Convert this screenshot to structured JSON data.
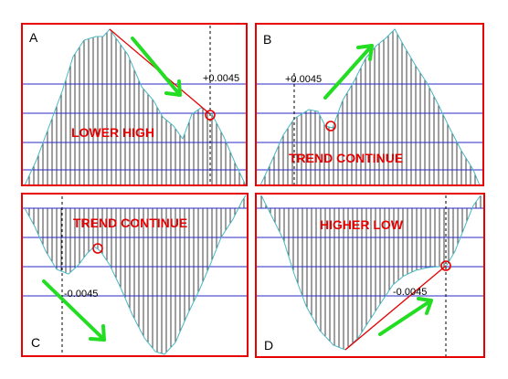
{
  "colors": {
    "frame": "#e60000",
    "grid": "#2a2ac8",
    "curve": "#49b8c4",
    "hatch": "#111111",
    "arrow": "#22dd22",
    "annotation": "#e60000",
    "level": "#000000"
  },
  "panels": [
    {
      "letter": "A",
      "caption": "LOWER HIGH",
      "level_label": "+0.0045",
      "arrow_direction": "down-right",
      "trend_line": true,
      "hatch_direction": "up"
    },
    {
      "letter": "B",
      "caption": "TREND CONTINUE",
      "level_label": "+0.0045",
      "arrow_direction": "up-right",
      "trend_line": false,
      "hatch_direction": "up"
    },
    {
      "letter": "C",
      "caption": "TREND CONTINUE",
      "level_label": "-0.0045",
      "arrow_direction": "down-right",
      "trend_line": false,
      "hatch_direction": "down"
    },
    {
      "letter": "D",
      "caption": "HIGHER LOW",
      "level_label": "-0.0045",
      "arrow_direction": "up-right",
      "trend_line": true,
      "hatch_direction": "down"
    }
  ]
}
